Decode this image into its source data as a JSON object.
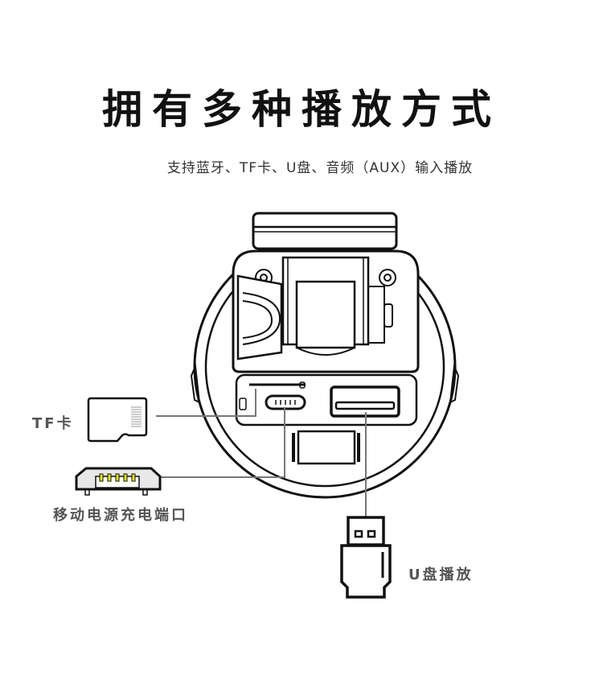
{
  "header": {
    "title": "拥有多种播放方式",
    "subtitle": "支持蓝牙、TF卡、U盘、音频（AUX）输入播放"
  },
  "callouts": {
    "tf_card": "TF卡",
    "power_port": "移动电源充电端口",
    "usb_play": "U盘播放"
  },
  "colors": {
    "line": "#111111",
    "leader": "#777777",
    "pin_highlight": "#e6e600",
    "label": "#555555"
  }
}
